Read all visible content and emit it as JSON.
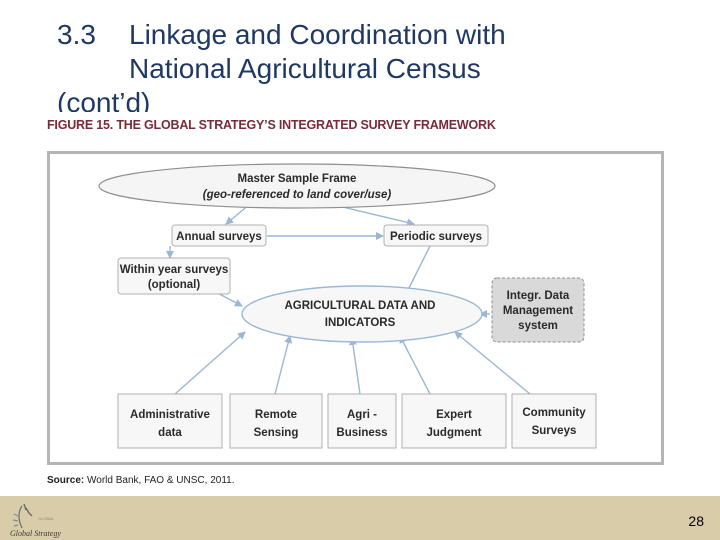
{
  "slide": {
    "title_num": "3.3",
    "title_line1": "Linkage and Coordination with",
    "title_line2": "National Agricultural Census",
    "title_line3": "(cont’d)",
    "figure_caption": "FIGURE 15. THE GLOBAL STRATEGY’S INTEGRATED SURVEY FRAMEWORK",
    "source_label": "Source:",
    "source_text": "World Bank, FAO & UNSC, 2011.",
    "page_number": "28",
    "logo_text": "Global Strategy"
  },
  "diagram": {
    "master_frame_line1": "Master Sample Frame",
    "master_frame_line2": "(geo-referenced to land cover/use)",
    "annual_surveys": "Annual surveys",
    "periodic_surveys": "Periodic surveys",
    "within_year_line1": "Within year surveys",
    "within_year_line2": "(optional)",
    "center_line1": "AGRICULTURAL DATA AND",
    "center_line2": "INDICATORS",
    "integr_line1": "Integr. Data",
    "integr_line2": "Management",
    "integr_line3": "system",
    "bottom": [
      {
        "line1": "Administrative",
        "line2": "data"
      },
      {
        "line1": "Remote",
        "line2": "Sensing"
      },
      {
        "line1": "Agri -",
        "line2": "Business"
      },
      {
        "line1": "Expert",
        "line2": "Judgment"
      },
      {
        "line1": "Community",
        "line2": "Surveys"
      }
    ]
  },
  "colors": {
    "title": "#1f3864",
    "caption": "#7a2b3a",
    "arrow": "#9bb7d4",
    "footer": "#d8cda8",
    "integr_fill": "#d9d9d9"
  }
}
